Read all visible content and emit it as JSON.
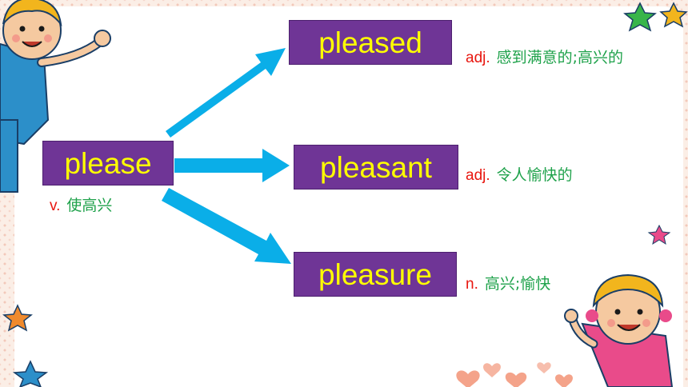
{
  "base": {
    "word": "please",
    "pos": "v.",
    "meaning": "使高兴"
  },
  "derived": [
    {
      "word": "pleased",
      "pos": "adj.",
      "meaning": "感到满意的;高兴的"
    },
    {
      "word": "pleasant",
      "pos": "adj.",
      "meaning": "令人愉快的"
    },
    {
      "word": "pleasure",
      "pos": "n.",
      "meaning": "高兴;愉快"
    }
  ],
  "colors": {
    "box_fill": "#6f3596",
    "word_text": "#ffff00",
    "pos_text": "#e8160f",
    "meaning_text": "#1fa24b",
    "arrow": "#0aaee8"
  },
  "decorations": [
    "boy-cartoon",
    "girl-cartoon",
    "star-icon",
    "heart-icon"
  ]
}
